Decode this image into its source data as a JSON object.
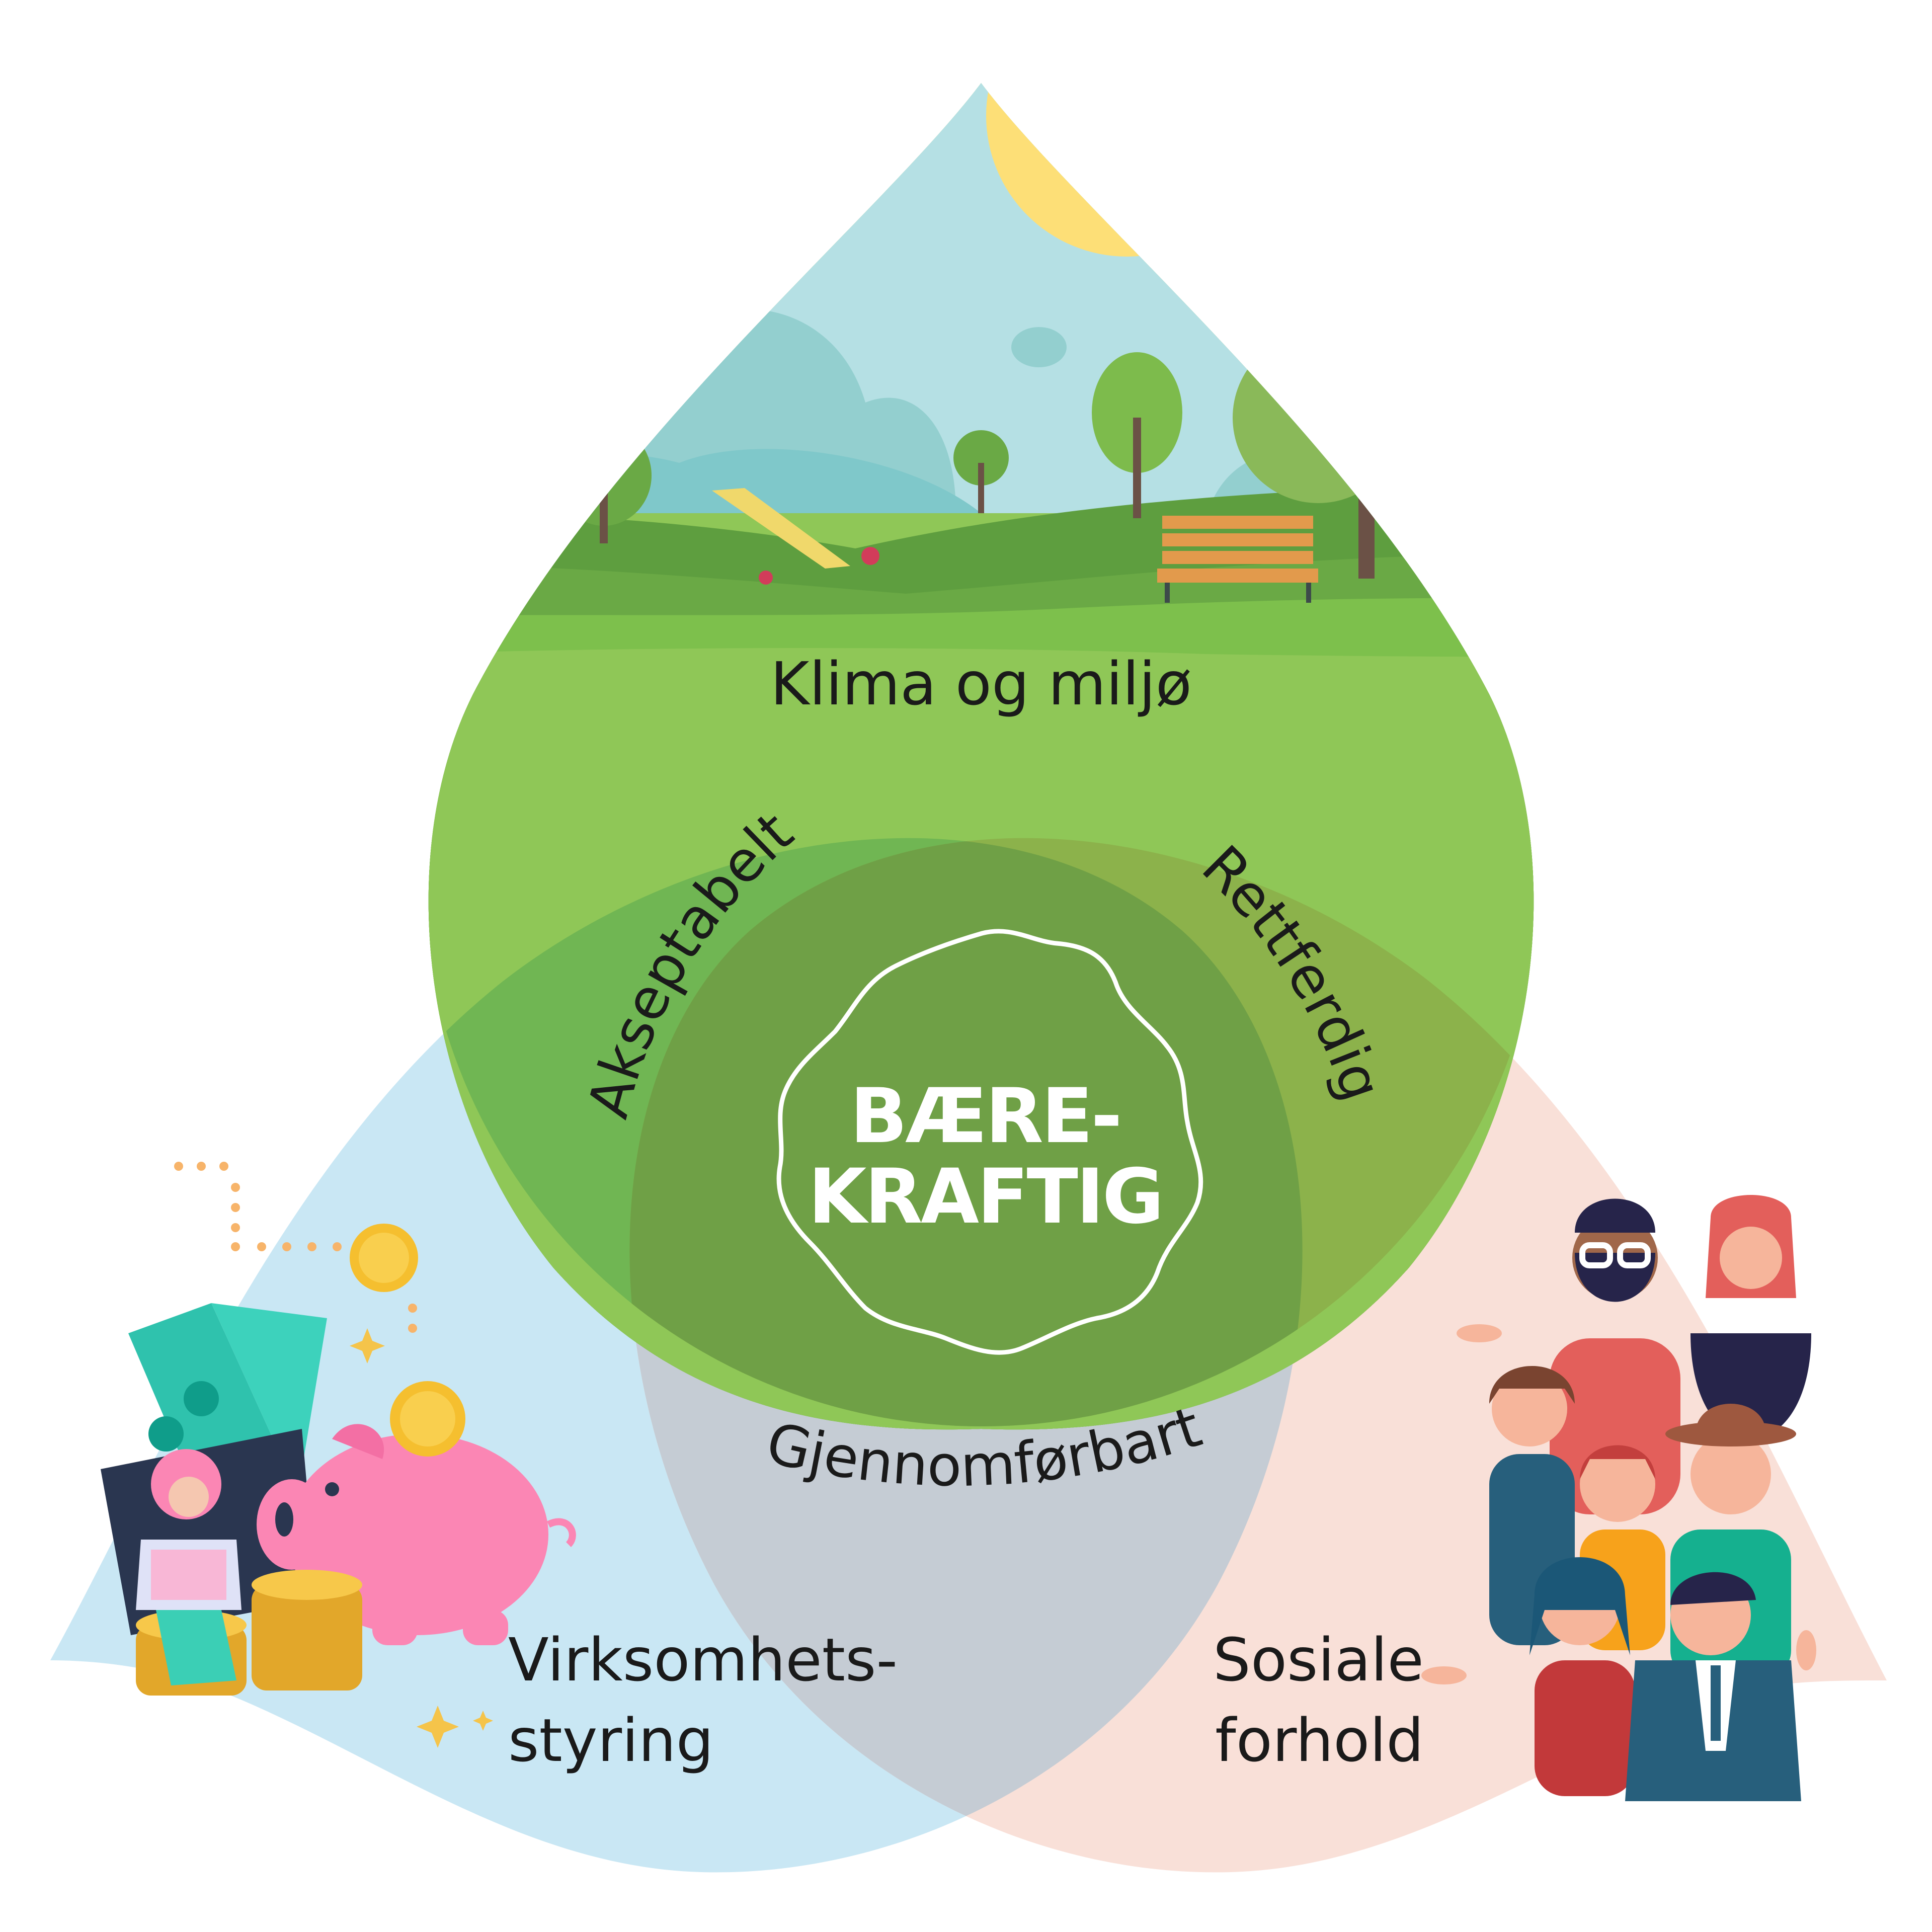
{
  "diagram": {
    "type": "venn-3",
    "center": {
      "line1": "BÆRE-",
      "line2": "KRAFTIG",
      "badge_icon": "wavy-seal-outline"
    },
    "circles": [
      {
        "id": "climate",
        "label": "Klima og miljø",
        "illustration": "park-landscape-with-sun-trees-benches",
        "color": "#8fc757"
      },
      {
        "id": "governance",
        "label_line1": "Virksomhets-",
        "label_line2": "styring",
        "illustration": "piggy-bank-coins-cash-wallet",
        "color": "#c9e7f4"
      },
      {
        "id": "social",
        "label_line1": "Sosiale",
        "label_line2": "forhold",
        "illustration": "diverse-group-of-people",
        "color": "#f9e0d8"
      }
    ],
    "overlaps": {
      "climate_governance": "Akseptabelt",
      "climate_social": "Rettferdig",
      "governance_social": "Gjennomførbart"
    },
    "colors": {
      "climate_circle": "#8fc757",
      "climate_governance_overlap": "#70b653",
      "climate_social_overlap": "#8cb24b",
      "center_overlap": "#6fa046",
      "governance_social_overlap": "#c5ccd4",
      "governance_circle": "#c9e7f4",
      "social_circle": "#f9e0d8",
      "sky": "#b5e0e4",
      "sun": "#fddf77",
      "text": "#1a1a1a",
      "center_text": "#ffffff"
    }
  }
}
